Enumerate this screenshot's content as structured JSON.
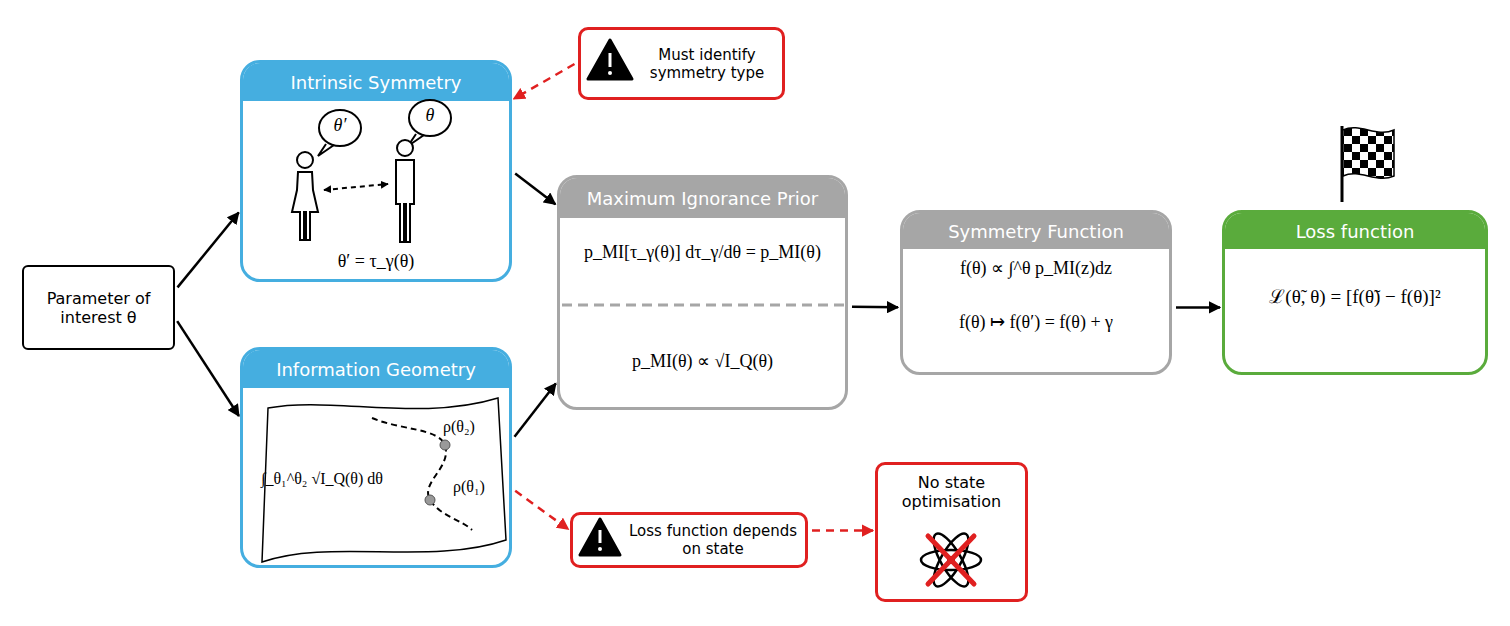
{
  "diagram": {
    "nodes": [
      {
        "text": [
          "Parameter of interest θ"
        ]
      },
      {
        "text": [
          "Intrinsic Symmetry",
          "θ′",
          "θ",
          "θ′ = τ_γ(θ)"
        ]
      },
      {
        "text": [
          "Information Geometry",
          "∫_θ₁^θ₂ √I_Q(θ) dθ",
          "ρ(θ₂)",
          "ρ(θ₁)"
        ]
      },
      {
        "text": [
          "Must identify symmetry type"
        ]
      },
      {
        "text": [
          "Maximum Ignorance Prior",
          "p_MI[τ_γ(θ)] dτ_γ/dθ = p_MI(θ)",
          "p_MI(θ) ∝ √I_Q(θ)"
        ]
      },
      {
        "text": [
          "Symmetry Function",
          "f(θ) ∝ ∫^θ p_MI(z)dz",
          "f(θ) ↦ f(θ′) = f(θ) + γ"
        ]
      },
      {
        "text": [
          "Loss function",
          "ℒ(θ̃, θ) = [f(θ̃) − f(θ)]²"
        ]
      },
      {
        "text": [
          "Loss function depends on state"
        ]
      },
      {
        "text": [
          "No state optimisation"
        ]
      }
    ],
    "edges": [
      {
        "from": 0,
        "to": 1,
        "arrow": "to"
      },
      {
        "from": 0,
        "to": 2,
        "arrow": "to"
      },
      {
        "from": 3,
        "to": 1,
        "arrow": "to"
      },
      {
        "from": 1,
        "to": 4,
        "arrow": "to"
      },
      {
        "from": 2,
        "to": 4,
        "arrow": "to"
      },
      {
        "from": 4,
        "to": 5,
        "arrow": "to"
      },
      {
        "from": 5,
        "to": 6,
        "arrow": "to"
      },
      {
        "from": 2,
        "to": 7,
        "arrow": "to"
      },
      {
        "from": 7,
        "to": 8,
        "arrow": "to"
      }
    ]
  }
}
